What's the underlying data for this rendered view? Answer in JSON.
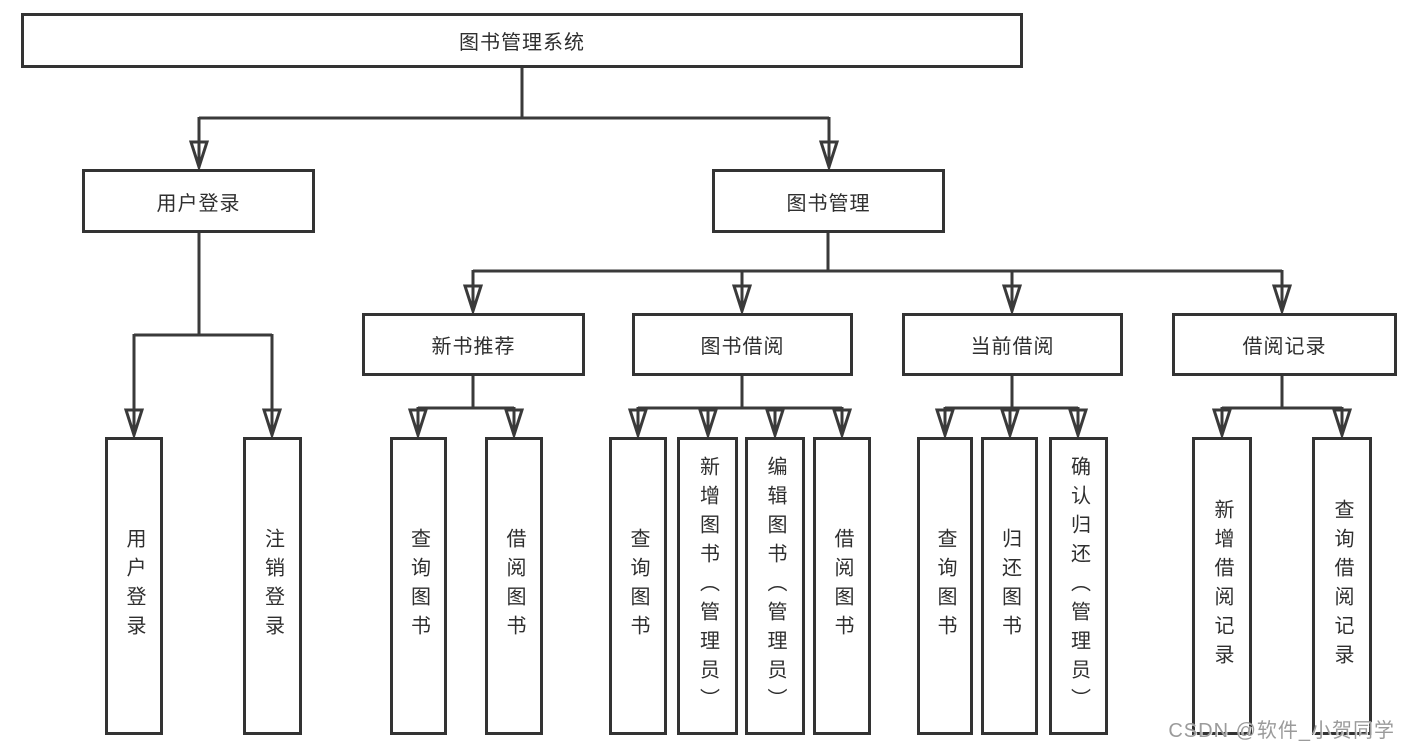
{
  "diagram": {
    "root": {
      "label": "图书管理系统"
    },
    "level2": [
      {
        "id": "user-login",
        "label": "用户登录"
      },
      {
        "id": "book-management",
        "label": "图书管理"
      }
    ],
    "level3": [
      {
        "id": "new-book-recommend",
        "label": "新书推荐"
      },
      {
        "id": "book-borrow",
        "label": "图书借阅"
      },
      {
        "id": "current-borrow",
        "label": "当前借阅"
      },
      {
        "id": "borrow-records",
        "label": "借阅记录"
      }
    ],
    "leaves": [
      {
        "id": "user-login-leaf",
        "parent": "用户登录",
        "label": "用户登录"
      },
      {
        "id": "logout",
        "parent": "用户登录",
        "label": "注销登录"
      },
      {
        "id": "query-books-recommend",
        "parent": "新书推荐",
        "label": "查询图书"
      },
      {
        "id": "borrow-books-recommend",
        "parent": "新书推荐",
        "label": "借阅图书"
      },
      {
        "id": "query-books-borrow",
        "parent": "图书借阅",
        "label": "查询图书"
      },
      {
        "id": "add-books-admin",
        "parent": "图书借阅",
        "label": "新增图书（管理员）"
      },
      {
        "id": "edit-books-admin",
        "parent": "图书借阅",
        "label": "编辑图书（管理员）"
      },
      {
        "id": "borrow-books-borrow",
        "parent": "图书借阅",
        "label": "借阅图书"
      },
      {
        "id": "query-books-current",
        "parent": "当前借阅",
        "label": "查询图书"
      },
      {
        "id": "return-books",
        "parent": "当前借阅",
        "label": "归还图书"
      },
      {
        "id": "confirm-return-admin",
        "parent": "当前借阅",
        "label": "确认归还（管理员）"
      },
      {
        "id": "add-borrow-record",
        "parent": "借阅记录",
        "label": "新增借阅记录"
      },
      {
        "id": "query-borrow-record",
        "parent": "借阅记录",
        "label": "查询借阅记录"
      }
    ]
  },
  "watermark": {
    "text": "CSDN @软件_小贺同学"
  },
  "colors": {
    "line_color": "#3a3a3a",
    "box_border": "#333333",
    "text_color": "#2f2f2f",
    "watermark_color": "#9b9b9b",
    "bg_color": "#ffffff"
  }
}
